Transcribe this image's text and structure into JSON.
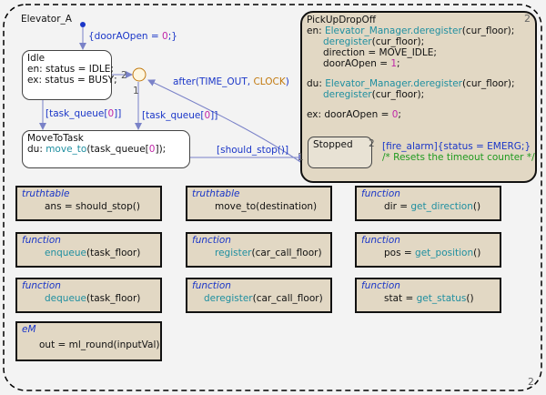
{
  "chart": {
    "name": "Elevator_A",
    "corner_number": "2"
  },
  "default_transition": {
    "prefix": "{doorAOpen = ",
    "value": "0",
    "suffix": ";}"
  },
  "states": {
    "idle": {
      "name": "Idle",
      "entry": "en: status = IDLE;",
      "exit": "ex: status = BUSY;"
    },
    "move_to_task": {
      "name": "MoveToTask",
      "du_prefix": "du: ",
      "du_fn": "move_to",
      "du_args_a": "(task_queue[",
      "du_index": "0",
      "du_args_b": "]);"
    },
    "pickup_dropoff": {
      "name": "PickUpDropOff",
      "en_prefix": "en: ",
      "en_fn1": "Elevator_Manager.deregister",
      "en_args1": "(cur_floor);",
      "en_fn2": "deregister",
      "en_args2": "(cur_floor);",
      "en_line3": "direction = MOVE_IDLE;",
      "en_line4_a": "doorAOpen = ",
      "en_line4_val": "1",
      "en_line4_b": ";",
      "du_prefix": "du: ",
      "du_fn1": "Elevator_Manager.deregister",
      "du_args1": "(cur_floor);",
      "du_fn2": "deregister",
      "du_args2": "(cur_floor);",
      "ex_a": "ex: doorAOpen = ",
      "ex_val": "0",
      "ex_b": ";",
      "number": "2"
    },
    "stopped": {
      "name": "Stopped"
    }
  },
  "transitions": {
    "task_queue_left": {
      "a": "[task_queue[",
      "idx": "0",
      "b": "]]"
    },
    "task_queue_right": {
      "a": "[task_queue[",
      "idx": "0",
      "b": "]]"
    },
    "should_stop": "[should_stop()]",
    "after_kw": "after",
    "after_a": "(TIME_OUT, ",
    "after_clock": "CLOCK",
    "after_b": ")",
    "fire_alarm": "[fire_alarm]{status = EMERG;}",
    "comment": "/* Resets the timeout counter */",
    "junction_2": "2",
    "junction_1": "1",
    "stopped_1": "1",
    "stopped_2": "2"
  },
  "functions": [
    {
      "kind": "truthtable",
      "body": [
        {
          "t": "ans = should_stop()",
          "c": "txt"
        }
      ]
    },
    {
      "kind": "truthtable",
      "body": [
        {
          "t": "move_to(destination)",
          "c": "txt"
        }
      ]
    },
    {
      "kind": "function",
      "body": [
        {
          "t": "dir = ",
          "c": "txt"
        },
        {
          "t": "get_direction",
          "c": "fc"
        },
        {
          "t": "()",
          "c": "txt"
        }
      ]
    },
    {
      "kind": "function",
      "body": [
        {
          "t": "enqueue",
          "c": "fc"
        },
        {
          "t": "(task_floor)",
          "c": "txt"
        }
      ]
    },
    {
      "kind": "function",
      "body": [
        {
          "t": "register",
          "c": "fc"
        },
        {
          "t": "(car_call_floor)",
          "c": "txt"
        }
      ]
    },
    {
      "kind": "function",
      "body": [
        {
          "t": "pos = ",
          "c": "txt"
        },
        {
          "t": "get_position",
          "c": "fc"
        },
        {
          "t": "()",
          "c": "txt"
        }
      ]
    },
    {
      "kind": "function",
      "body": [
        {
          "t": "dequeue",
          "c": "fc"
        },
        {
          "t": "(task_floor)",
          "c": "txt"
        }
      ]
    },
    {
      "kind": "function",
      "body": [
        {
          "t": "deregister",
          "c": "fc"
        },
        {
          "t": "(car_call_floor)",
          "c": "txt"
        }
      ]
    },
    {
      "kind": "function",
      "body": [
        {
          "t": "stat = ",
          "c": "txt"
        },
        {
          "t": "get_status",
          "c": "fc"
        },
        {
          "t": "()",
          "c": "txt"
        }
      ]
    },
    {
      "kind": "eM",
      "body": [
        {
          "t": "out = ml_round(inputVal)",
          "c": "txt"
        }
      ]
    }
  ],
  "colors": {
    "keyword": "#1a36c8",
    "function_name": "#1f8fa0",
    "number": "#c026a8",
    "comment": "#1f9a1f",
    "clock": "#c27a10",
    "function_box": "#e2d8c4",
    "transition": "#7a82c8"
  }
}
